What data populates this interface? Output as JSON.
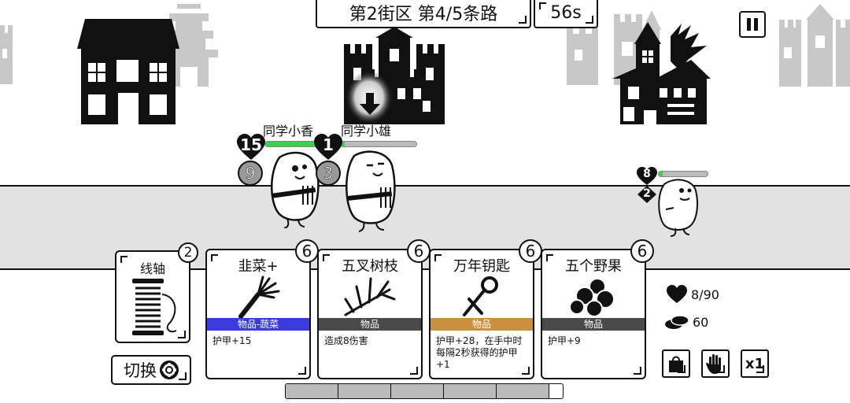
{
  "header": {
    "location": "第2街区 第4/5条路",
    "timer": "56s"
  },
  "units": {
    "ally1": {
      "name": "同学小香",
      "hp": 15,
      "armor": 9,
      "hp_fraction": 1.0
    },
    "ally2": {
      "name": "同学小雄",
      "hp": 1,
      "armor": 3,
      "hp_fraction": 0.05
    },
    "enemy": {
      "hp": 8,
      "armor": 2,
      "hp_fraction": 0.08
    }
  },
  "spool": {
    "title": "线轴",
    "cost": "2"
  },
  "switch_label": "切换",
  "cards": [
    {
      "title": "韭菜+",
      "cost": "6",
      "category": "物品-蔬菜",
      "category_color": "#3b3bdc",
      "desc": "护甲+15"
    },
    {
      "title": "五叉树枝",
      "cost": "6",
      "category": "物品",
      "category_color": "#4a4a4a",
      "desc": "造成8伤害"
    },
    {
      "title": "万年钥匙",
      "cost": "6",
      "category": "物品",
      "category_color": "#c9903f",
      "desc": "护甲+28，在手中时每隔2秒获得的护甲+1"
    },
    {
      "title": "五个野果",
      "cost": "6",
      "category": "物品",
      "category_color": "#4a4a4a",
      "desc": "护甲+9"
    }
  ],
  "stats": {
    "health": "8/90",
    "coins": "60"
  },
  "buttons": {
    "speed": "x1"
  },
  "icons": [
    "house-icon",
    "castle-icon",
    "haunted-house-icon",
    "pause-icon",
    "heart-icon",
    "coins-icon",
    "bag-icon",
    "hand-icon",
    "lifebuoy-icon"
  ],
  "wave_progress": {
    "segments": 5,
    "filled": 5
  }
}
